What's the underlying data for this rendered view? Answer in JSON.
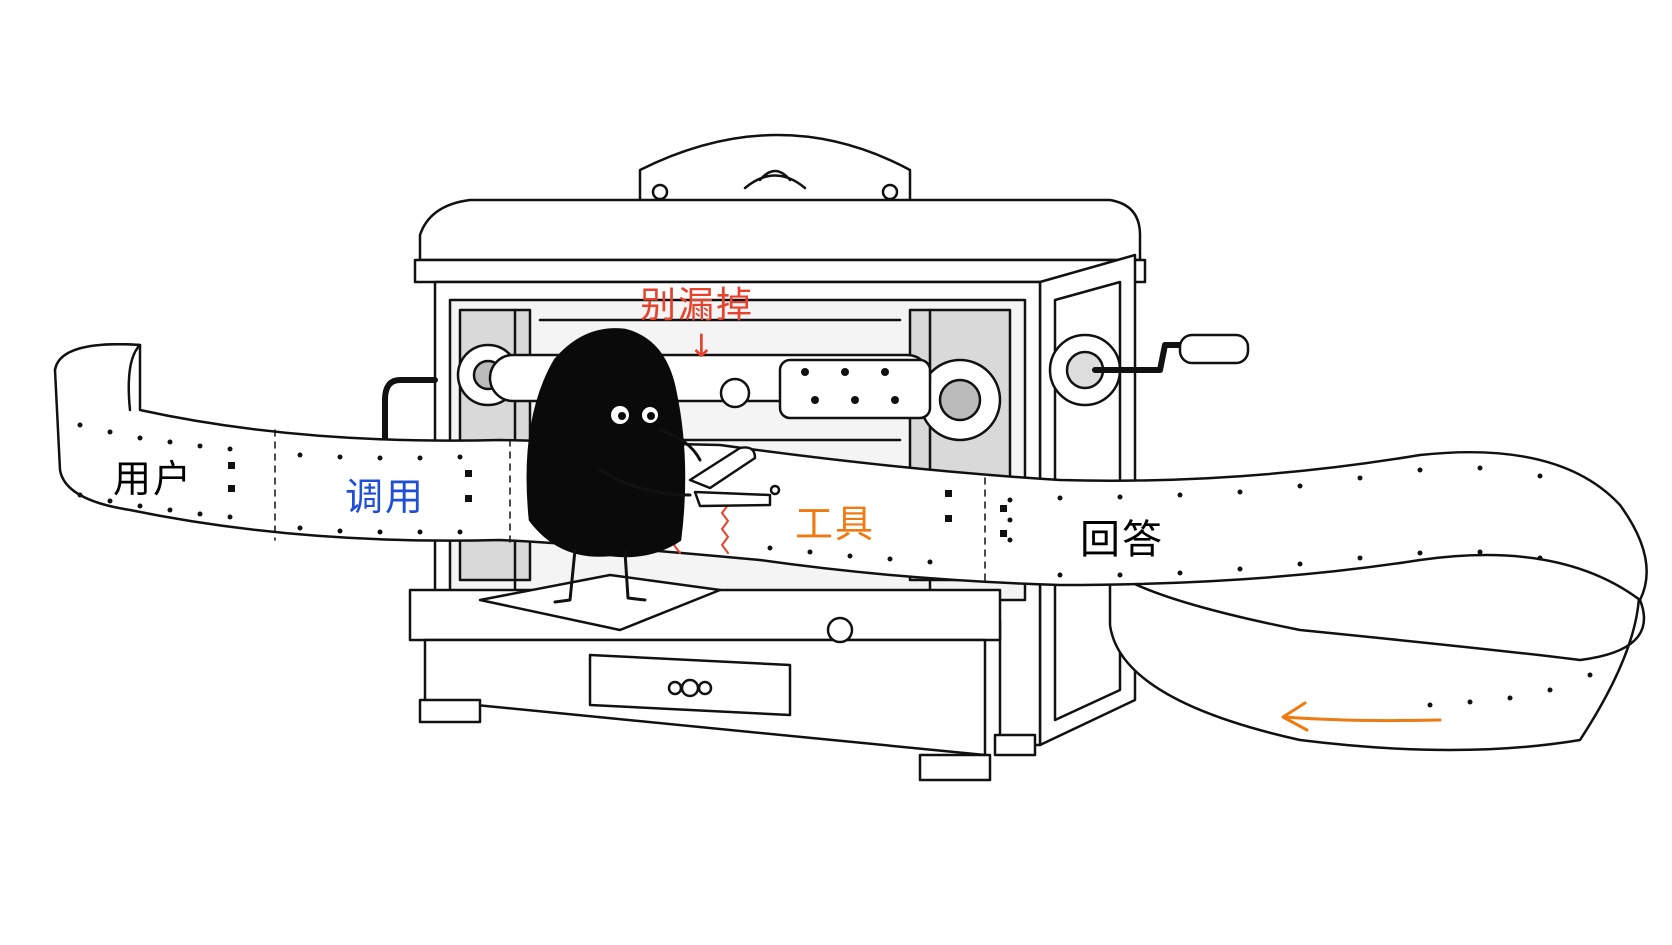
{
  "segments": {
    "user": "用户",
    "call": "调用",
    "tool": "工具",
    "answer": "回答"
  },
  "annotation": {
    "text": "别漏掉",
    "arrow": "↓"
  },
  "colors": {
    "ink": "#111111",
    "user": "#111111",
    "call": "#1f4fd8",
    "tool": "#f07a12",
    "answer": "#111111",
    "annotation": "#e8412c",
    "tear": "#e8412c",
    "flow_arrow": "#f07a12",
    "creature": "#0a0a0a"
  },
  "icons": {
    "flow_arrow": "left-arrow-icon",
    "crank": "crank-handle-icon",
    "hole_punch": "hole-punch-icon"
  }
}
